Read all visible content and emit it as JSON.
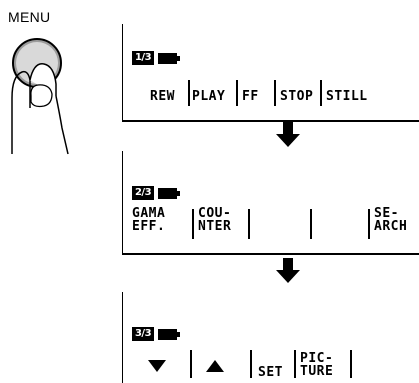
{
  "menu_label": "MENU",
  "screens": [
    {
      "page": "1/3",
      "keys": [
        "REW",
        "PLAY",
        "FF",
        "STOP",
        "STILL"
      ]
    },
    {
      "page": "2/3",
      "keys": [
        "GAMA\nEFF.",
        "COU-\nNTER",
        "",
        "",
        "SE-\nARCH"
      ]
    },
    {
      "page": "3/3",
      "keys": [
        "down-triangle-icon",
        "up-triangle-icon",
        "SET",
        "PIC-\nTURE"
      ]
    }
  ]
}
